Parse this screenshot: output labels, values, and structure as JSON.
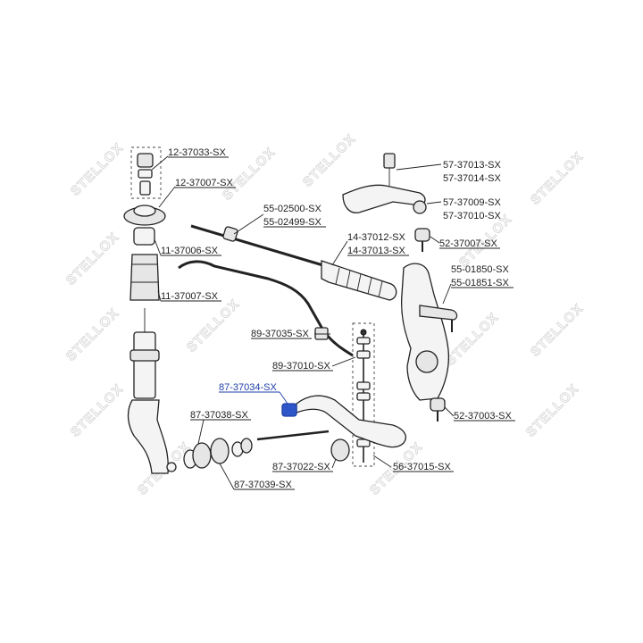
{
  "watermark": "STELLOX",
  "colors": {
    "highlight": "#1f3fa8",
    "highlight_part": "#2f56c8",
    "text": "#222222"
  },
  "labels": {
    "p12_37033": "12-37033-SX",
    "p12_37007": "12-37007-SX",
    "p11_37006": "11-37006-SX",
    "p11_37007": "11-37007-SX",
    "p55_02500": "55-02500-SX",
    "p55_02499": "55-02499-SX",
    "p14_37012": "14-37012-SX",
    "p14_37013": "14-37013-SX",
    "p57_37013": "57-37013-SX",
    "p57_37014": "57-37014-SX",
    "p57_37009": "57-37009-SX",
    "p57_37010": "57-37010-SX",
    "p52_37007": "52-37007-SX",
    "p55_01850": "55-01850-SX",
    "p55_01851": "55-01851-SX",
    "p89_37035": "89-37035-SX",
    "p89_37010": "89-37010-SX",
    "p87_37034": "87-37034-SX",
    "p87_37038": "87-37038-SX",
    "p87_37022": "87-37022-SX",
    "p87_37039": "87-37039-SX",
    "p56_37015": "56-37015-SX",
    "p52_37003": "52-37003-SX"
  }
}
